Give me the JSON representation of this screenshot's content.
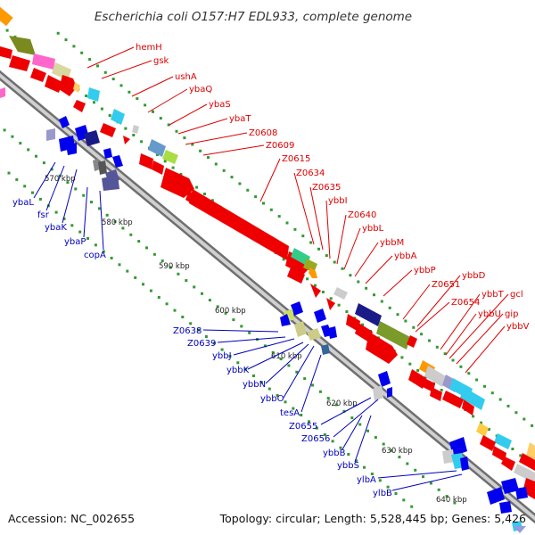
{
  "title": "Escherichia coli O157:H7 EDL933, complete genome",
  "accession_label": "Accession: NC_002655",
  "summary_label": "Topology: circular; Length: 5,528,445 bp; Genes: 5,426",
  "colors": {
    "forward_gene": "#ee0000",
    "reverse_gene": "#0000ee",
    "backbone": "#999999",
    "dot_track": "#339933",
    "forward_label": "#dd0000",
    "reverse_label": "#0000bb"
  },
  "ticks": [
    "570 kbp",
    "580 kbp",
    "590 kbp",
    "600 kbp",
    "610 kbp",
    "620 kbp",
    "630 kbp",
    "640 kbp"
  ],
  "forward_gene_labels": [
    "hemH",
    "gsk",
    "ushA",
    "ybaQ",
    "ybaS",
    "ybaT",
    "Z0608",
    "Z0609",
    "Z0615",
    "Z0634",
    "Z0635",
    "ybbI",
    "Z0640",
    "ybbL",
    "ybbM",
    "ybbA",
    "ybbP",
    "ybbD",
    "Z0651",
    "ybbT",
    "gcl",
    "Z0654",
    "ybbU",
    "gip",
    "ybbV"
  ],
  "reverse_gene_labels": [
    "ybaL",
    "fsr",
    "ybaK",
    "ybaP",
    "copA",
    "Z0638",
    "Z0639",
    "ybbJ",
    "ybbK",
    "ybbN",
    "ybbO",
    "tesA",
    "Z0655",
    "Z0656",
    "ybbB",
    "ybbS",
    "ylbA",
    "ylbB"
  ]
}
